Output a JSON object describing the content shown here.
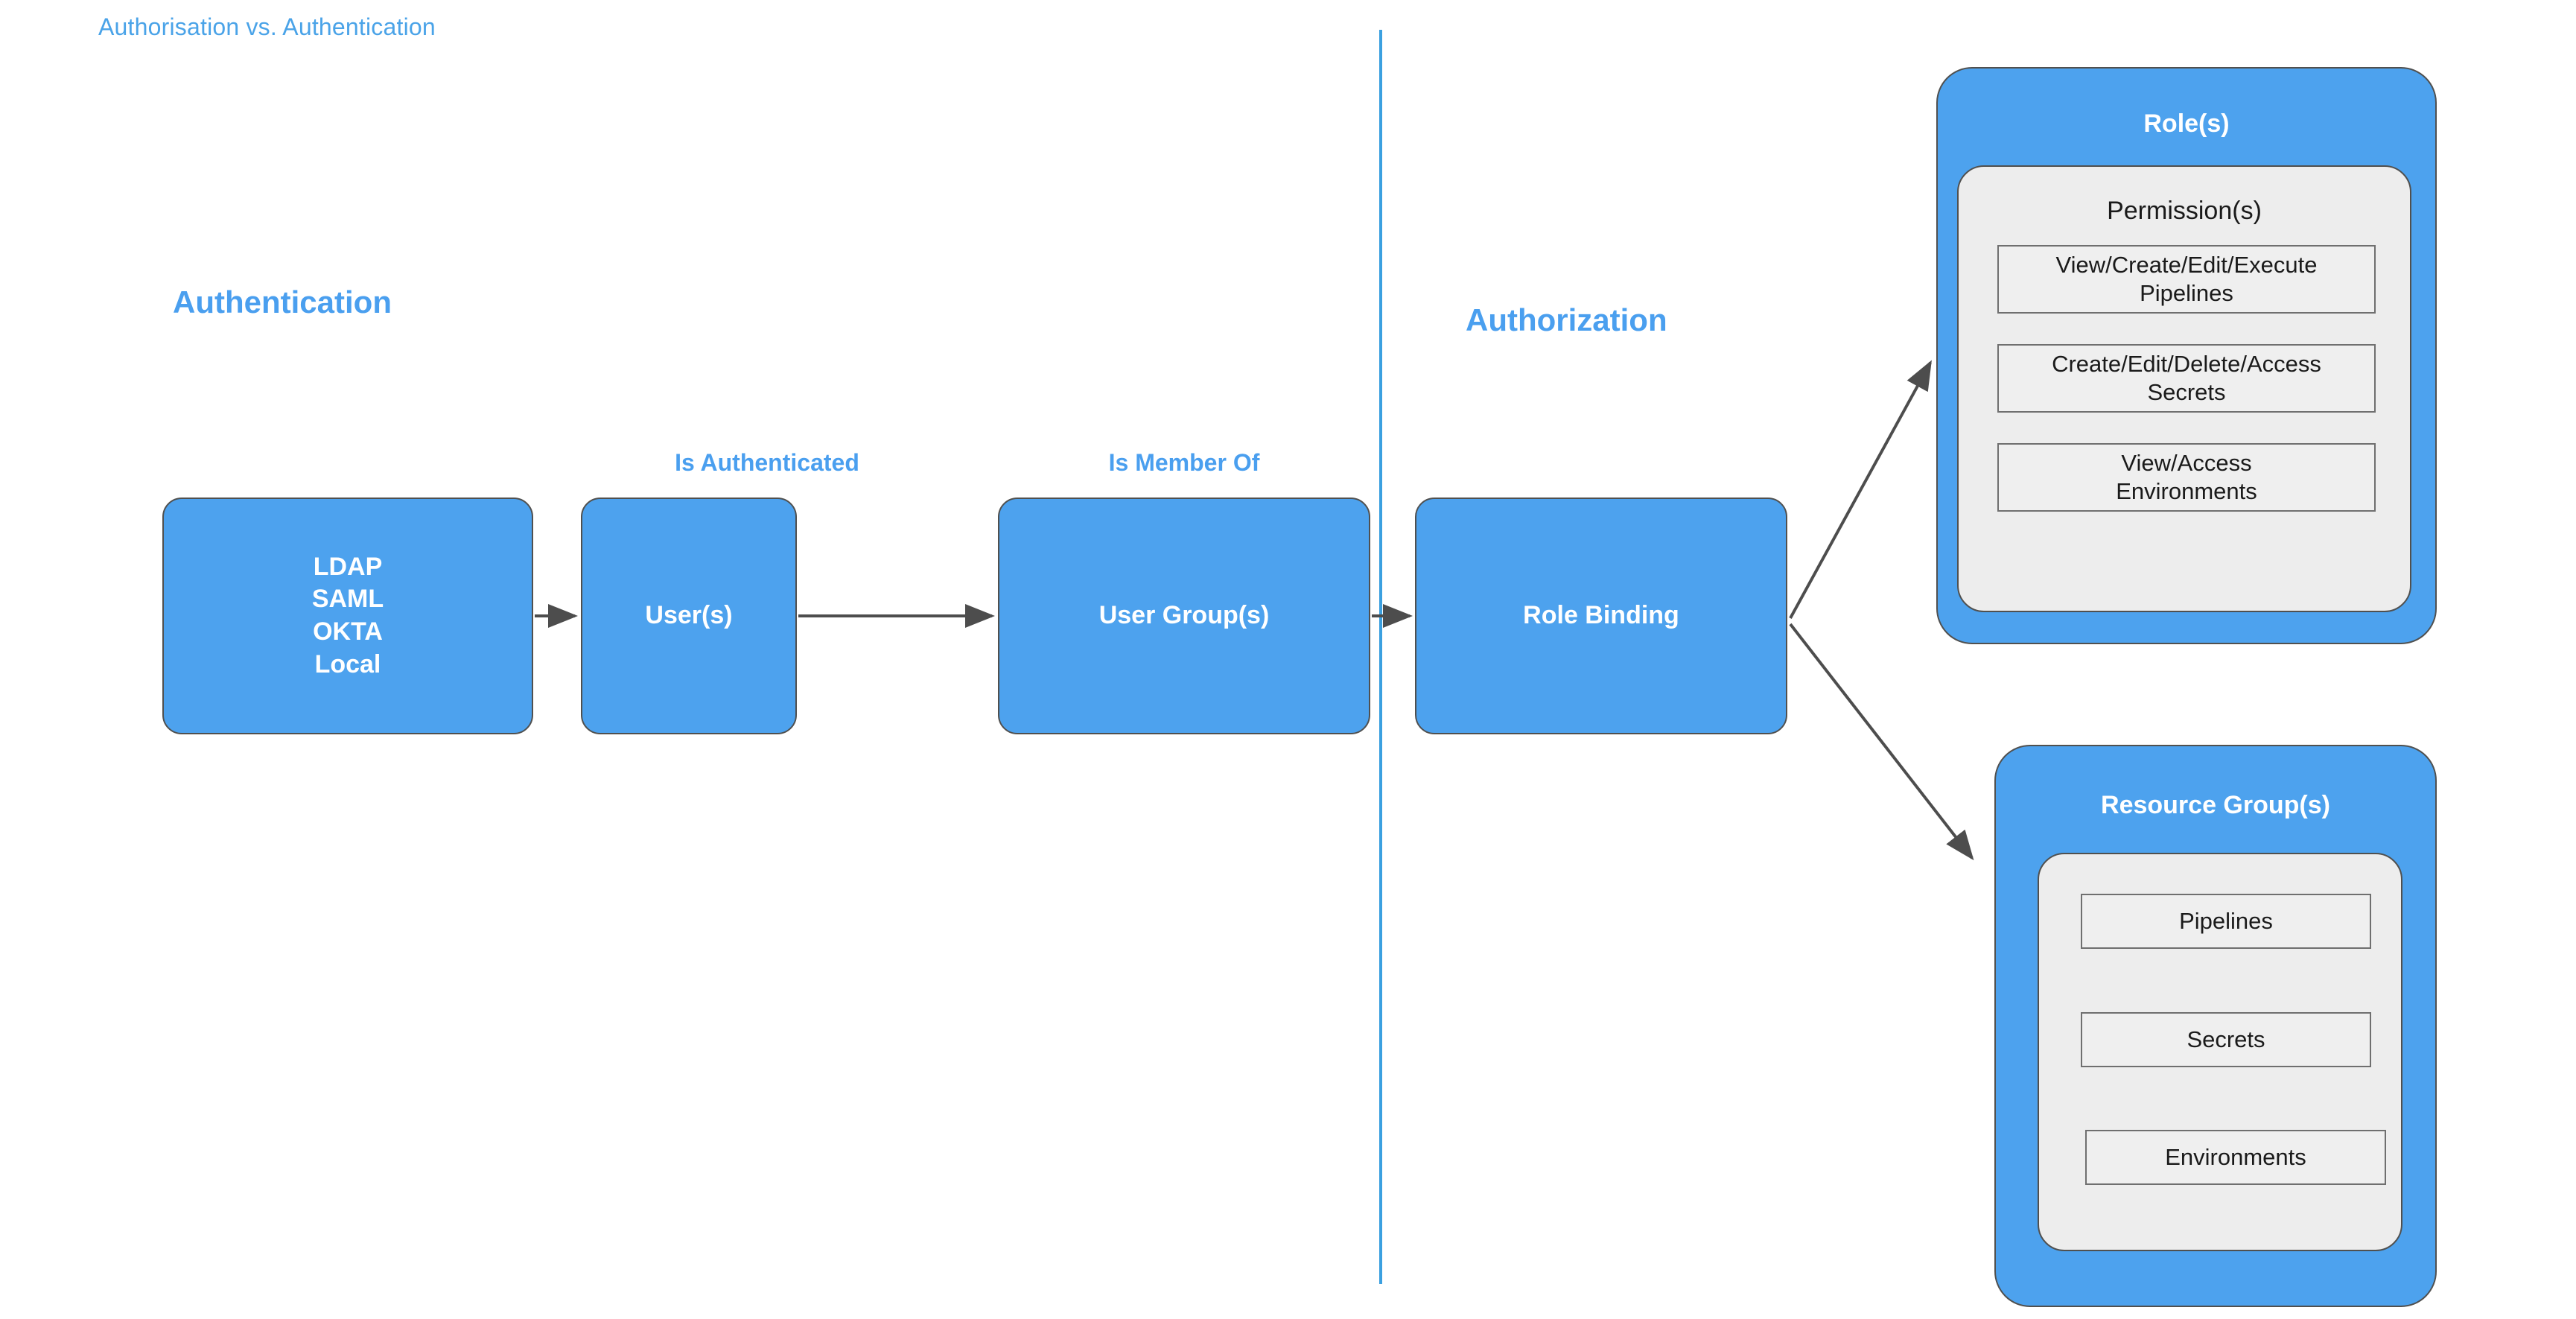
{
  "diagram": {
    "title": "Authorisation vs. Authentication",
    "accent_blue": "#4a9fef",
    "box_blue": "#4da2ee",
    "panel_gray": "#ededed",
    "divider_color": "#3ba0e0",
    "stroke": "#50504f"
  },
  "sections": {
    "authentication_heading": "Authentication",
    "authorization_heading": "Authorization"
  },
  "flow": {
    "boxes": [
      {
        "id": "identity-providers",
        "text": "LDAP\nSAML\nOKTA\nLocal",
        "label": ""
      },
      {
        "id": "users",
        "text": "User(s)",
        "label": "Is Authenticated"
      },
      {
        "id": "user-groups",
        "text": "User Group(s)",
        "label": "Is Member Of"
      },
      {
        "id": "role-binding",
        "text": "Role Binding",
        "label": ""
      }
    ]
  },
  "roles_panel": {
    "title": "Role(s)",
    "inner_title": "Permission(s)",
    "items": [
      "View/Create/Edit/Execute\nPipelines",
      "Create/Edit/Delete/Access\nSecrets",
      "View/Access\nEnvironments"
    ]
  },
  "resource_groups_panel": {
    "title": "Resource Group(s)",
    "inner_title": "",
    "items": [
      "Pipelines",
      "Secrets",
      "Environments"
    ]
  }
}
